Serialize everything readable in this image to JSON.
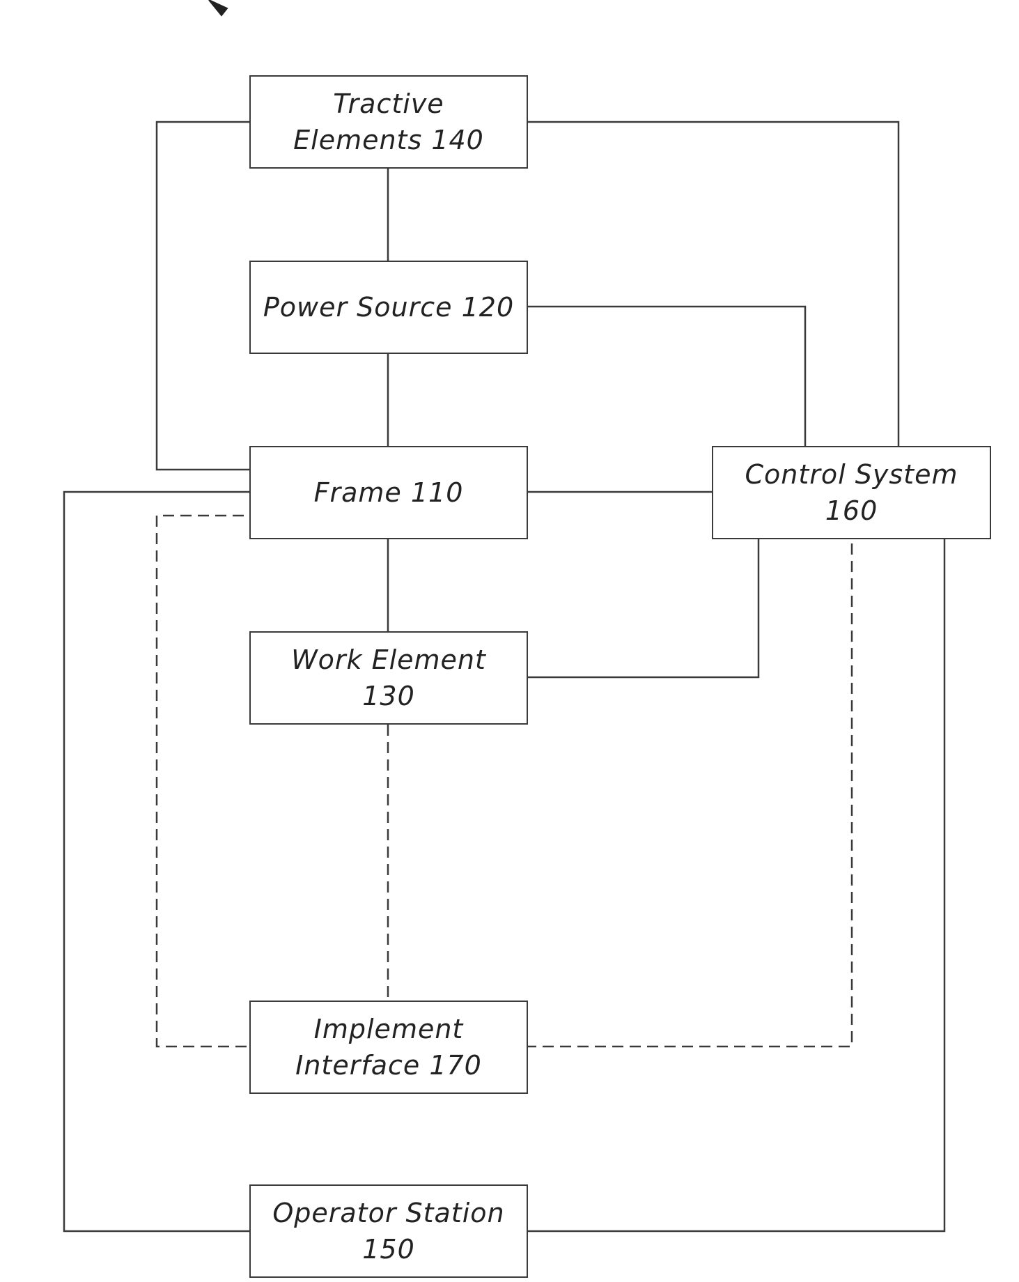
{
  "diagram": {
    "blocks": {
      "tractive_elements": {
        "label": "Tractive\nElements 140"
      },
      "power_source": {
        "label": "Power Source 120"
      },
      "frame": {
        "label": "Frame 110"
      },
      "control_system": {
        "label": "Control System\n160"
      },
      "work_element": {
        "label": "Work Element\n130"
      },
      "implement_interface": {
        "label": "Implement\nInterface 170"
      },
      "operator_station": {
        "label": "Operator Station\n150"
      }
    },
    "connections": [
      {
        "from": "tractive_elements",
        "to": "power_source",
        "style": "solid"
      },
      {
        "from": "power_source",
        "to": "frame",
        "style": "solid"
      },
      {
        "from": "frame",
        "to": "work_element",
        "style": "solid"
      },
      {
        "from": "frame",
        "to": "control_system",
        "style": "solid"
      },
      {
        "from": "tractive_elements",
        "to": "frame",
        "style": "solid"
      },
      {
        "from": "tractive_elements",
        "to": "control_system",
        "style": "solid"
      },
      {
        "from": "power_source",
        "to": "control_system",
        "style": "solid"
      },
      {
        "from": "control_system",
        "to": "work_element",
        "style": "solid"
      },
      {
        "from": "frame",
        "to": "operator_station",
        "style": "solid"
      },
      {
        "from": "control_system",
        "to": "operator_station",
        "style": "solid"
      },
      {
        "from": "work_element",
        "to": "implement_interface",
        "style": "dashed"
      },
      {
        "from": "frame",
        "to": "implement_interface",
        "style": "dashed"
      },
      {
        "from": "control_system",
        "to": "implement_interface",
        "style": "dashed"
      }
    ],
    "line_color": "#3a3a3a"
  }
}
